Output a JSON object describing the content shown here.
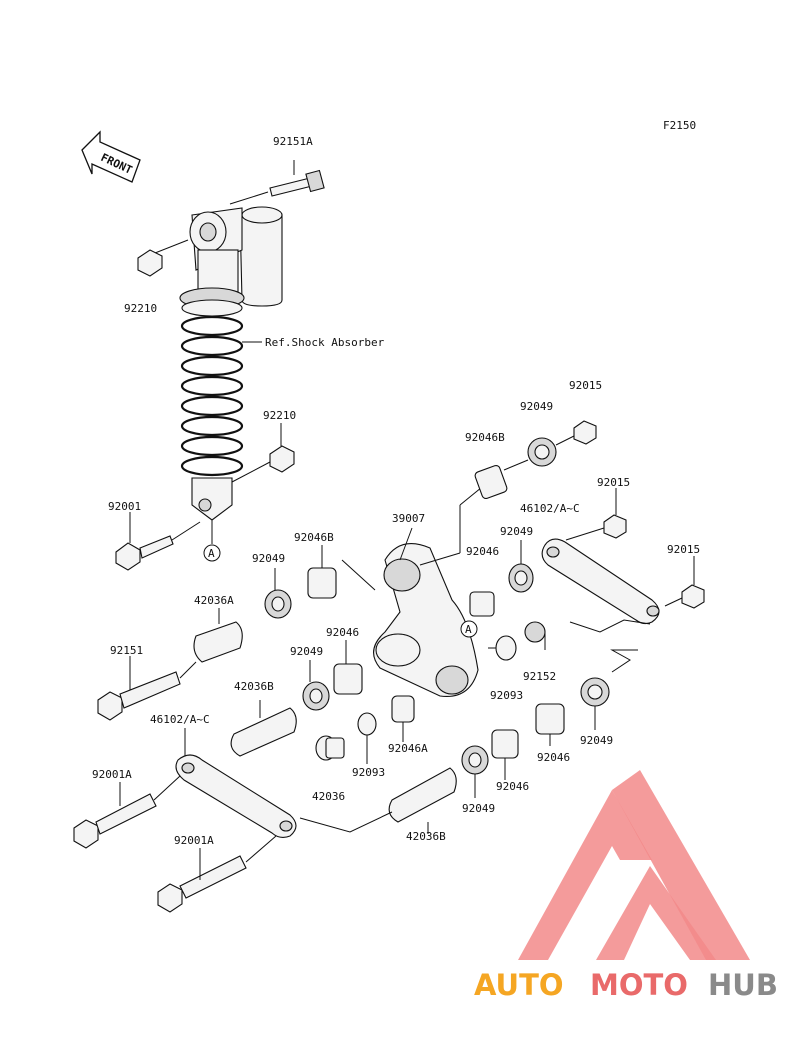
{
  "figure_code": "F2150",
  "front_arrow_label": "FRONT",
  "reference_note": "Ref.Shock Absorber",
  "circle_marker": "A",
  "watermark": {
    "part1": "AUTO",
    "part2": "MOTO",
    "part3": "HUB",
    "colors": {
      "orange": "#f5a623",
      "red": "#e96a6a",
      "gray": "#8a8a8a",
      "triangle": "#f28a8a"
    }
  },
  "part_labels": {
    "p92151a": "92151A",
    "p92210_top": "92210",
    "p92210_mid": "92210",
    "p92001": "92001",
    "p39007": "39007",
    "p92015_a": "92015",
    "p92049_a": "92049",
    "p92046b_a": "92046B",
    "p92015_b": "92015",
    "p46102_a": "46102/A~C",
    "p92049_b": "92049",
    "p92046_a": "92046",
    "p92015_c": "92015",
    "p92046b_b": "92046B",
    "p92049_c": "92049",
    "p42036a": "42036A",
    "p92151": "92151",
    "p92046_b": "92046",
    "p92049_d": "92049",
    "p92093_a": "92093",
    "p92152": "92152",
    "p42036b_a": "42036B",
    "p46102_b": "46102/A~C",
    "p92049_e": "92049",
    "p92046a": "92046A",
    "p92093_b": "92093",
    "p92046_c": "92046",
    "p92001a_a": "92001A",
    "p42036": "42036",
    "p92049_f": "92049",
    "p92046_d": "92046",
    "p92001a_b": "92001A",
    "p42036b_b": "42036B"
  }
}
